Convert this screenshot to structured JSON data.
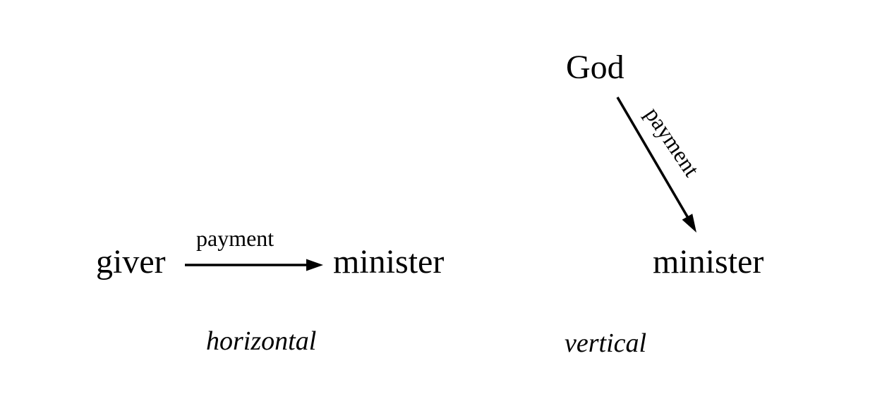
{
  "figure": {
    "background_color": "#ffffff",
    "ink_color": "#000000"
  },
  "diagrams": {
    "left": {
      "source_label": "giver",
      "target_label": "minister",
      "arrow_label": "payment",
      "caption": "horizontal"
    },
    "right": {
      "source_label": "God",
      "target_label": "minister",
      "arrow_label": "payment",
      "caption": "vertical"
    }
  }
}
